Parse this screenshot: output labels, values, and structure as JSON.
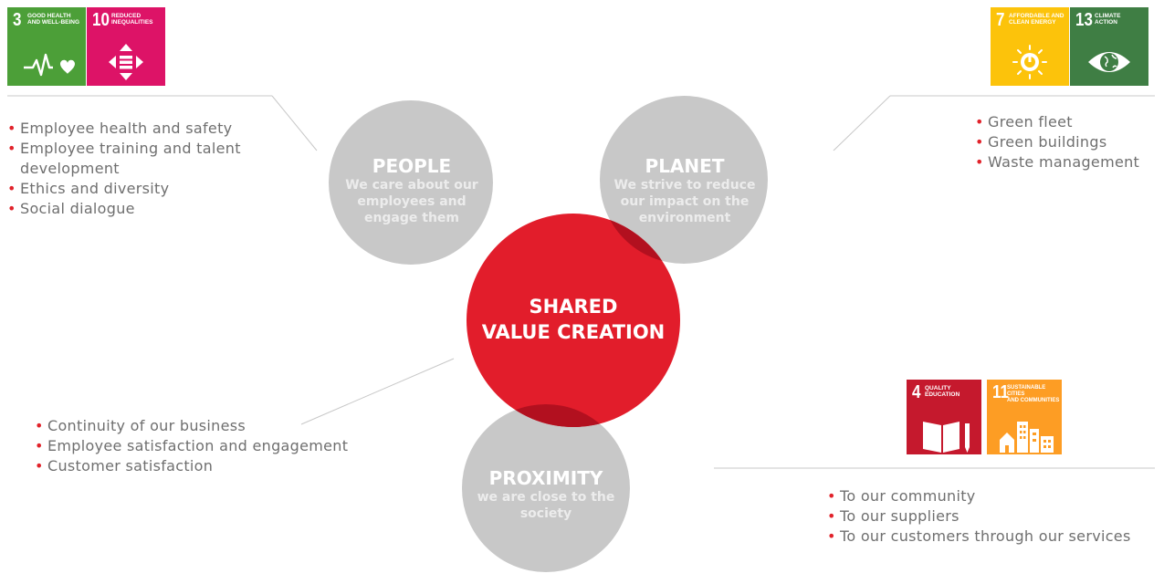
{
  "colors": {
    "circle_gray": "#c8c8c8",
    "center_red": "#e21d2b",
    "overlap_red": "#b2101f",
    "bullet_red": "#e1232b",
    "text_gray": "#6f6f6f",
    "line_gray": "#c8c8c8"
  },
  "circles": {
    "people": {
      "title": "PEOPLE",
      "subtitle": "We care about our employees and engage them"
    },
    "planet": {
      "title": "PLANET",
      "subtitle": "We strive to reduce our impact on the environment"
    },
    "proximity": {
      "title": "PROXIMITY",
      "subtitle": "we are close to the society"
    },
    "center": {
      "title_line1": "SHARED",
      "title_line2": "VALUE CREATION"
    }
  },
  "lists": {
    "people": [
      "Employee health and safety",
      "Employee training and talent",
      "development",
      "Ethics and diversity",
      "Social dialogue"
    ],
    "planet": [
      "Green fleet",
      "Green buildings",
      "Waste management"
    ],
    "shared": [
      "Continuity of our business",
      "Employee satisfaction and engagement",
      "Customer satisfaction"
    ],
    "proximity": [
      "To our community",
      "To our suppliers",
      "To our customers through our services"
    ]
  },
  "sdg_tiles": {
    "people": [
      {
        "number": "3",
        "title": "GOOD HEALTH\nAND WELL-BEING",
        "color": "#4c9f38",
        "icon": "heartbeat-icon"
      },
      {
        "number": "10",
        "title": "REDUCED\nINEQUALITIES",
        "color": "#dd1367",
        "icon": "equality-arrows-icon"
      }
    ],
    "planet": [
      {
        "number": "7",
        "title": "AFFORDABLE AND\nCLEAN ENERGY",
        "color": "#fcc30b",
        "icon": "sun-power-icon"
      },
      {
        "number": "13",
        "title": "CLIMATE\nACTION",
        "color": "#3f7e44",
        "icon": "eye-globe-icon"
      }
    ],
    "proximity": [
      {
        "number": "4",
        "title": "QUALITY\nEDUCATION",
        "color": "#c5192d",
        "icon": "book-pencil-icon"
      },
      {
        "number": "11",
        "title": "SUSTAINABLE CITIES\nAND COMMUNITIES",
        "color": "#fd9d24",
        "icon": "city-buildings-icon"
      }
    ]
  }
}
